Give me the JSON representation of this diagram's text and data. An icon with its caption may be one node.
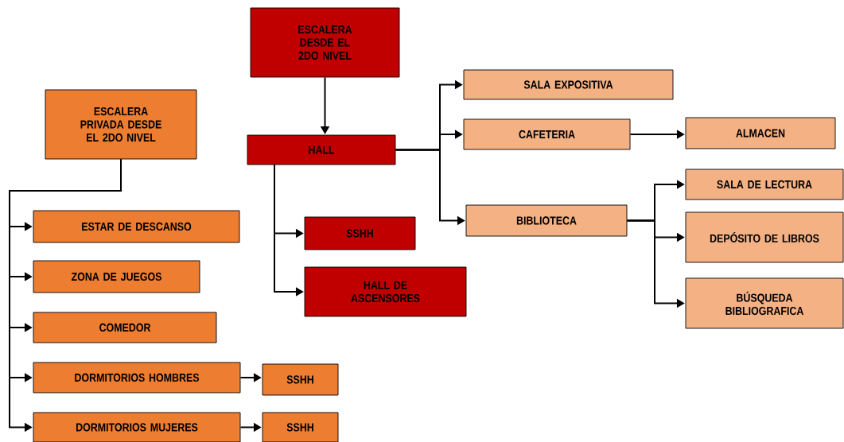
{
  "diagram": {
    "nodes": [
      {
        "text": [
          "ESCALERA DESDE EL 2DO NIVEL"
        ]
      },
      {
        "text": [
          "HALL"
        ]
      },
      {
        "text": [
          "SSHH"
        ]
      },
      {
        "text": [
          "HALL DE ASCENSORES"
        ]
      },
      {
        "text": [
          "SALA EXPOSITIVA"
        ]
      },
      {
        "text": [
          "CAFETERIA"
        ]
      },
      {
        "text": [
          "ALMACEN"
        ]
      },
      {
        "text": [
          "BIBLIOTECA"
        ]
      },
      {
        "text": [
          "SALA DE LECTURA"
        ]
      },
      {
        "text": [
          "DEPÓSITO DE LIBROS"
        ]
      },
      {
        "text": [
          "BÚSQUEDA BIBLIOGRAFICA"
        ]
      },
      {
        "text": [
          "ESCALERA PRIVADA DESDE EL 2DO NIVEL"
        ]
      },
      {
        "text": [
          "ESTAR DE DESCANSO"
        ]
      },
      {
        "text": [
          "ZONA DE JUEGOS"
        ]
      },
      {
        "text": [
          "COMEDOR"
        ]
      },
      {
        "text": [
          "DORMITORIOS HOMBRES"
        ]
      },
      {
        "text": [
          "SSHH"
        ]
      },
      {
        "text": [
          "DORMITORIOS MUJERES"
        ]
      },
      {
        "text": [
          "SSHH"
        ]
      }
    ],
    "edges": [
      {
        "from": 0,
        "to": 1,
        "arrow": "to"
      },
      {
        "from": 1,
        "to": 2,
        "arrow": "to"
      },
      {
        "from": 1,
        "to": 3,
        "arrow": "to"
      },
      {
        "from": 1,
        "to": 4,
        "arrow": "to"
      },
      {
        "from": 1,
        "to": 5,
        "arrow": "to"
      },
      {
        "from": 1,
        "to": 7,
        "arrow": "to"
      },
      {
        "from": 5,
        "to": 6,
        "arrow": "to"
      },
      {
        "from": 7,
        "to": 8,
        "arrow": "to"
      },
      {
        "from": 7,
        "to": 9,
        "arrow": "to"
      },
      {
        "from": 7,
        "to": 10,
        "arrow": "to"
      },
      {
        "from": 11,
        "to": 12,
        "arrow": "to"
      },
      {
        "from": 11,
        "to": 13,
        "arrow": "to"
      },
      {
        "from": 11,
        "to": 14,
        "arrow": "to"
      },
      {
        "from": 11,
        "to": 15,
        "arrow": "to"
      },
      {
        "from": 11,
        "to": 17,
        "arrow": "to"
      },
      {
        "from": 15,
        "to": 16,
        "arrow": "to"
      },
      {
        "from": 17,
        "to": 18,
        "arrow": "to"
      }
    ]
  }
}
